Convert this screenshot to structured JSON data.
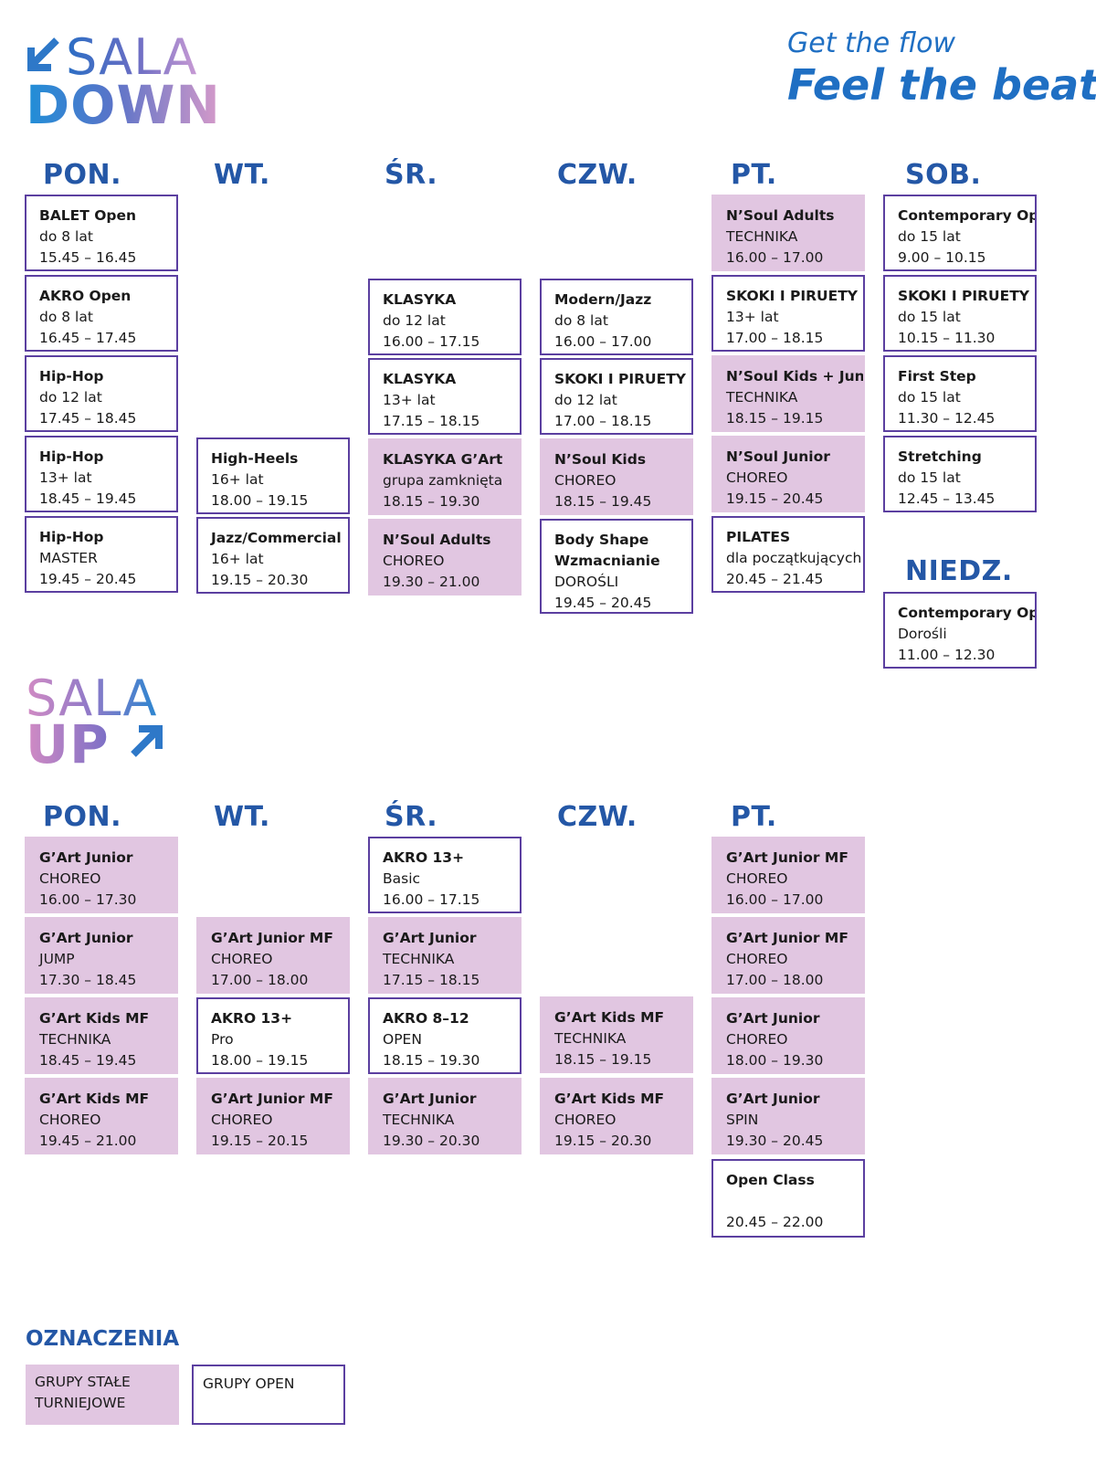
{
  "colors": {
    "accent_blue": "#2457a6",
    "stale_fill": "#e1c6e1",
    "open_border": "#5b3fa0"
  },
  "logo_down": {
    "line1": "SALA",
    "line2": "DOWN",
    "icon": "arrow-down-left-icon"
  },
  "logo_up": {
    "line1": "SALA",
    "line2": "UP",
    "icon": "arrow-up-right-icon"
  },
  "tagline": {
    "line1": "Get the flow",
    "line2": "Feel the beat!"
  },
  "down": {
    "days": {
      "pon": "PON.",
      "wt": "WT.",
      "sr": "ŚR.",
      "czw": "CZW.",
      "pt": "PT.",
      "sob": "SOB.",
      "niedz": "NIEDZ."
    },
    "pon": [
      {
        "title": "BALET Open",
        "sub": "do 8 lat",
        "time": "15.45 – 16.45"
      },
      {
        "title": "AKRO Open",
        "sub": "do 8 lat",
        "time": "16.45 – 17.45"
      },
      {
        "title": "Hip-Hop",
        "sub": "do 12 lat",
        "time": "17.45 – 18.45"
      },
      {
        "title": "Hip-Hop",
        "sub": "13+ lat",
        "time": "18.45 – 19.45"
      },
      {
        "title": "Hip-Hop",
        "sub": "MASTER",
        "time": "19.45 – 20.45"
      }
    ],
    "wt": [
      {
        "title": "High-Heels",
        "sub": "16+ lat",
        "time": "18.00 – 19.15"
      },
      {
        "title": "Jazz/Commercial",
        "sub": "16+ lat",
        "time": "19.15 – 20.30"
      }
    ],
    "sr": [
      {
        "title": "KLASYKA",
        "sub": "do 12 lat",
        "time": "16.00 – 17.15"
      },
      {
        "title": "KLASYKA",
        "sub": "13+ lat",
        "time": "17.15 – 18.15"
      },
      {
        "title": "KLASYKA G’Art",
        "sub": "grupa zamknięta",
        "time": "18.15 – 19.30"
      },
      {
        "title": "N’Soul Adults",
        "sub": "CHOREO",
        "time": "19.30 – 21.00"
      }
    ],
    "czw": [
      {
        "title": "Modern/Jazz",
        "sub": "do 8 lat",
        "time": "16.00 – 17.00"
      },
      {
        "title": "SKOKI I PIRUETY",
        "sub": "do 12 lat",
        "time": "17.00 – 18.15"
      },
      {
        "title": "N’Soul Kids",
        "sub": "CHOREO",
        "time": "18.15 – 19.45"
      },
      {
        "title": "Body Shape",
        "title2": "Wzmacnianie",
        "sub": "DOROŚLI",
        "time": "19.45 – 20.45"
      }
    ],
    "pt": [
      {
        "title": "N’Soul Adults",
        "sub": "TECHNIKA",
        "time": "16.00 – 17.00"
      },
      {
        "title": "SKOKI I PIRUETY",
        "sub": "13+ lat",
        "time": "17.00 – 18.15"
      },
      {
        "title": "N’Soul Kids + Junior",
        "sub": "TECHNIKA",
        "time": "18.15 – 19.15"
      },
      {
        "title": "N’Soul Junior",
        "sub": "CHOREO",
        "time": "19.15 – 20.45"
      },
      {
        "title": "PILATES",
        "sub": "dla początkujących",
        "time": "20.45 – 21.45"
      }
    ],
    "sob": [
      {
        "title": "Contemporary Open",
        "sub": "do 15 lat",
        "time": "9.00 – 10.15"
      },
      {
        "title": "SKOKI I PIRUETY",
        "sub": "do 15 lat",
        "time": "10.15 – 11.30"
      },
      {
        "title": "First Step",
        "sub": "do 15 lat",
        "time": "11.30 – 12.45"
      },
      {
        "title": "Stretching",
        "sub": "do 15 lat",
        "time": "12.45 – 13.45"
      }
    ],
    "niedz": [
      {
        "title": "Contemporary Open",
        "sub": "Dorośli",
        "time": "11.00 – 12.30"
      }
    ]
  },
  "up": {
    "days": {
      "pon": "PON.",
      "wt": "WT.",
      "sr": "ŚR.",
      "czw": "CZW.",
      "pt": "PT."
    },
    "pon": [
      {
        "title": "G’Art Junior",
        "sub": "CHOREO",
        "time": "16.00 – 17.30"
      },
      {
        "title": "G’Art Junior",
        "sub": "JUMP",
        "time": "17.30 – 18.45"
      },
      {
        "title": "G’Art Kids MF",
        "sub": "TECHNIKA",
        "time": "18.45 – 19.45"
      },
      {
        "title": "G’Art Kids MF",
        "sub": "CHOREO",
        "time": "19.45 – 21.00"
      }
    ],
    "wt": [
      {
        "title": "G’Art Junior MF",
        "sub": "CHOREO",
        "time": "17.00 – 18.00"
      },
      {
        "title": "AKRO 13+",
        "sub": "Pro",
        "time": "18.00 – 19.15"
      },
      {
        "title": "G’Art Junior MF",
        "sub": "CHOREO",
        "time": "19.15 – 20.15"
      }
    ],
    "sr": [
      {
        "title": "AKRO 13+",
        "sub": "Basic",
        "time": "16.00 – 17.15"
      },
      {
        "title": "G’Art Junior",
        "sub": "TECHNIKA",
        "time": "17.15 – 18.15"
      },
      {
        "title": "AKRO 8–12",
        "sub": "OPEN",
        "time": "18.15 – 19.30"
      },
      {
        "title": "G’Art Junior",
        "sub": "TECHNIKA",
        "time": "19.30 – 20.30"
      }
    ],
    "czw": [
      {
        "title": "G’Art Kids MF",
        "sub": "TECHNIKA",
        "time": "18.15 – 19.15"
      },
      {
        "title": "G’Art Kids MF",
        "sub": "CHOREO",
        "time": "19.15  – 20.30"
      }
    ],
    "pt": [
      {
        "title": "G’Art Junior MF",
        "sub": "CHOREO",
        "time": "16.00 – 17.00"
      },
      {
        "title": "G’Art Junior MF",
        "sub": "CHOREO",
        "time": "17.00 – 18.00"
      },
      {
        "title": "G’Art Junior",
        "sub": "CHOREO",
        "time": "18.00 – 19.30"
      },
      {
        "title": "G’Art Junior",
        "sub": "SPIN",
        "time": "19.30 – 20.45"
      },
      {
        "title": "Open Class",
        "sub": "",
        "time": "20.45 – 22.00"
      }
    ]
  },
  "legend": {
    "title": "OZNACZENIA",
    "stale": "GRUPY STAŁE TURNIEJOWE",
    "open": "GRUPY OPEN"
  }
}
